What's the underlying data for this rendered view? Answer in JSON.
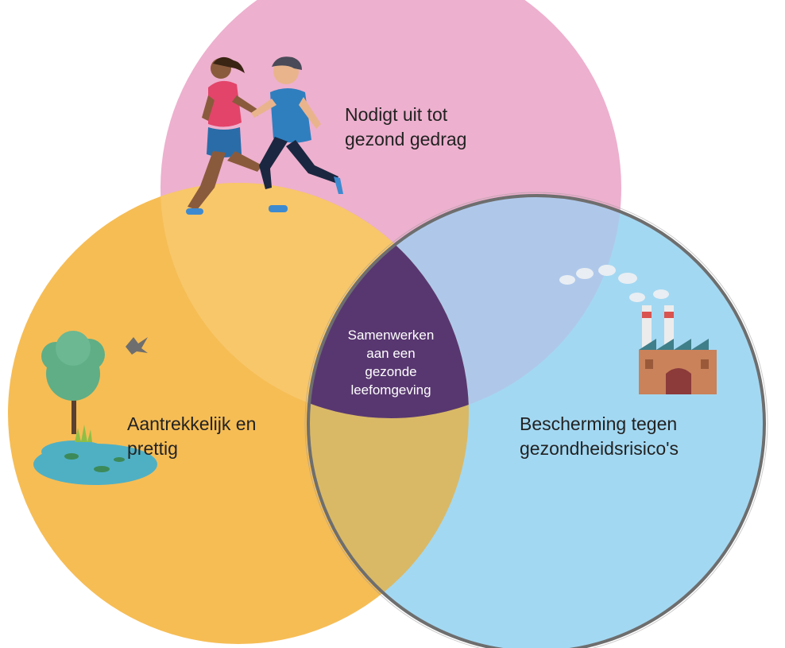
{
  "diagram": {
    "circles": [
      {
        "id": "top",
        "label": "Nodigt uit tot\ngezond gedrag",
        "color": "#EDB0CE",
        "illustration": "runners-illustration"
      },
      {
        "id": "left",
        "label": "Aantrekkelijk en\nprettig",
        "color": "#F6BD55",
        "illustration": "tree-pond-illustration"
      },
      {
        "id": "right",
        "label": "Bescherming tegen\ngezondheidsrisico's",
        "color": "#A3D8F2",
        "illustration": "factory-illustration"
      }
    ],
    "center": {
      "label": "Samenwerken\naan een\ngezonde\nleefomgeving",
      "color": "#583770"
    },
    "colors": {
      "top_left_overlap": "#F8C76A",
      "top_right_overlap": "#AFC8EA",
      "left_right_overlap": "#D9B966",
      "circle_outline": "#6E6E6E"
    }
  }
}
